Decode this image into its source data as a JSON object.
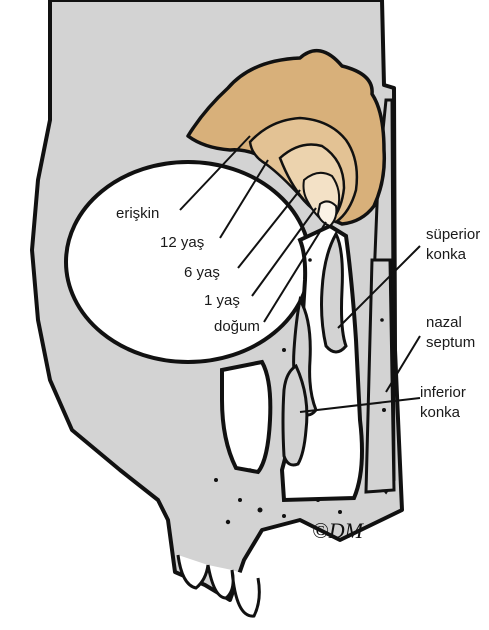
{
  "labels": {
    "adult": "erişkin",
    "age12": "12 yaş",
    "age6": "6 yaş",
    "age1": "1 yaş",
    "birth": "doğum",
    "superior_line1": "süperior",
    "superior_line2": "konka",
    "septum_line1": "nazal",
    "septum_line2": "septum",
    "inferior_line1": "inferior",
    "inferior_line2": "konka"
  },
  "signature": "©DM",
  "colors": {
    "bone": "#d3d3d3",
    "outline": "#111111",
    "sinus_adult": "#d8b07a",
    "sinus_12": "#e3c294",
    "sinus_6": "#ecd3ae",
    "sinus_1": "#f3e1c6",
    "sinus_birth": "#fbf3e6",
    "cavity": "#ffffff"
  }
}
